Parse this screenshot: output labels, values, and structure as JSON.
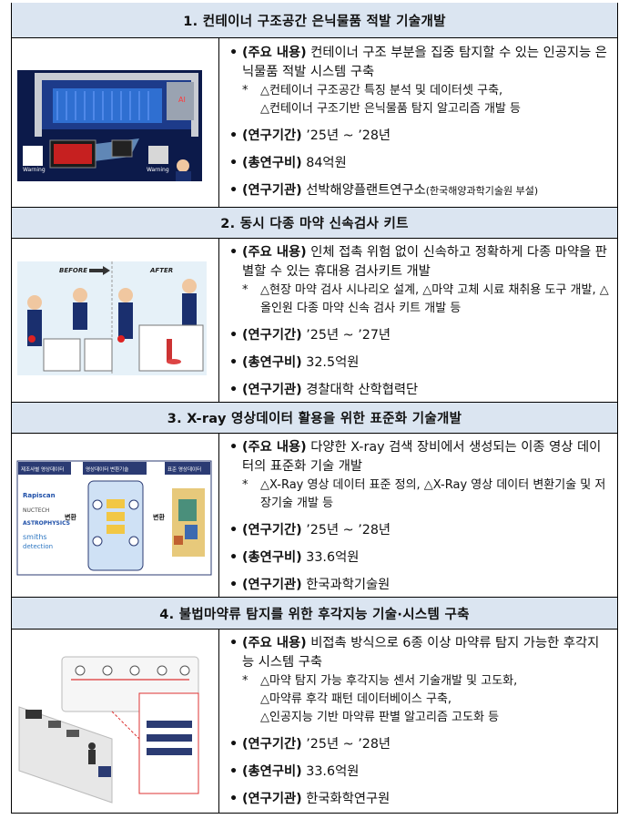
{
  "sections": [
    {
      "title": "1. 컨테이너 구조공간 은닉물품 적발 기술개발",
      "content_label": "(주요 내용)",
      "content_text": "컨테이너 구조 부분을 집중 탐지할 수 있는 인공지능 은닉물품 적발 시스템 구축",
      "notes": [
        "△컨테이너 구조공간 특징 분석 및 데이터셋 구축,",
        "△컨테이너 구조기반 은닉물품 탐지 알고리즘 개발 등"
      ],
      "period_label": "(연구기간)",
      "period": "’25년 ~ ’28년",
      "budget_label": "(총연구비)",
      "budget": "84억원",
      "org_label": "(연구기관)",
      "org": "선박해양플랜트연구소",
      "org_note": "(한국해양과학기술원 부설)",
      "image_labels": [
        "Warning",
        "Warning",
        "AI"
      ]
    },
    {
      "title": "2. 동시 다종 마약 신속검사 키트",
      "content_label": "(주요 내용)",
      "content_text": "인체 접촉 위험 없이 신속하고 정확하게 다종 마약을 판별할 수 있는 휴대용 검사키트 개발",
      "notes": [
        "△현장 마약 검사 시나리오 설계, △마약 고체 시료 채취용 도구 개발, △올인원 다종 마약 신속 검사 키트 개발 등"
      ],
      "period_label": "(연구기간)",
      "period": "’25년 ~ ’27년",
      "budget_label": "(총연구비)",
      "budget": "32.5억원",
      "org_label": "(연구기관)",
      "org": "경찰대학 산학협력단",
      "image_labels": [
        "BEFORE",
        "AFTER"
      ]
    },
    {
      "title": "3. X-ray 영상데이터 활용을 위한 표준화 기술개발",
      "content_label": "(주요 내용)",
      "content_text": "다양한 X-ray 검색 장비에서 생성되는 이종 영상 데이터의 표준화 기술 개발",
      "notes": [
        "△X-Ray 영상 데이터 표준 정의, △X-Ray 영상 데이터 변환기술 및 저장기술 개발 등"
      ],
      "period_label": "(연구기간)",
      "period": "’25년 ~ ’28년",
      "budget_label": "(총연구비)",
      "budget": "33.6억원",
      "org_label": "(연구기관)",
      "org": "한국과학기술원",
      "image_labels": [
        "제조사별 영상데이터",
        "영상데이터 변환기술",
        "표준 영상데이터",
        "변환",
        "변환",
        "Rapiscan",
        "NUCTECH",
        "ASTROPHYSICS",
        "smiths",
        "detection"
      ]
    },
    {
      "title": "4. 불법마약류 탐지를 위한 후각지능 기술·시스템 구축",
      "content_label": "(주요 내용)",
      "content_text": "비접촉 방식으로 6종 이상 마약류 탐지 가능한 후각지능 시스템 구축",
      "notes": [
        "△마약 탐지 가능 후각지능 센서 기술개발 및 고도화,",
        "△마약류 후각 패턴 데이터베이스 구축,",
        "△인공지능 기반 마약류 판별 알고리즘 고도화 등"
      ],
      "period_label": "(연구기간)",
      "period": "’25년 ~ ’28년",
      "budget_label": "(총연구비)",
      "budget": "33.6억원",
      "org_label": "(연구기관)",
      "org": "한국화학연구원"
    }
  ],
  "note_marker": "*"
}
